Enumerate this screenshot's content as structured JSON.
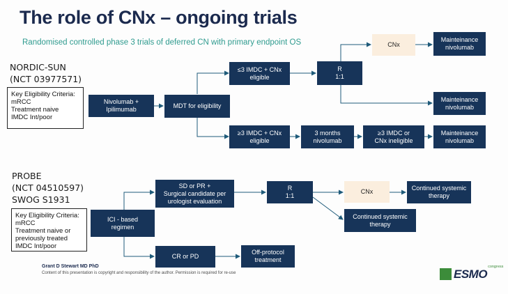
{
  "title": "The role of CNx – ongoing trials",
  "subtitle": "Randomised controlled phase 3 trials of deferred CN with primary endpoint OS",
  "nordic": {
    "name_lines": [
      "NORDIC-SUN",
      "(NCT 03977571)"
    ],
    "criteria_lines": [
      "Key Eligibility Criteria:",
      "mRCC",
      "Treatment naive",
      "IMDC Int/poor"
    ],
    "nodes": {
      "nivo_ipi": [
        "Nivolumab +",
        "Ipilimumab"
      ],
      "mdt": [
        "MDT for eligibility"
      ],
      "imdc_lt3": [
        "≤3 IMDC + CNx",
        "eligible"
      ],
      "rand": [
        "R",
        "1:1"
      ],
      "cnx": [
        "CNx"
      ],
      "maint_top": [
        "Mainteinance",
        "nivolumab"
      ],
      "maint_mid": [
        "Mainteinance",
        "nivolumab"
      ],
      "imdc_gt3": [
        "≥3 IMDC + CNx",
        "eligible"
      ],
      "three_months": [
        "3 months",
        "nivolumab"
      ],
      "imdc_inelig": [
        "≥3 IMDC or",
        "CNx ineligible"
      ],
      "maint_bot": [
        "Mainteinance",
        "nivolumab"
      ]
    }
  },
  "probe": {
    "name_lines": [
      "PROBE",
      "(NCT 04510597)",
      "SWOG S1931"
    ],
    "criteria_lines": [
      "Key Eligibility Criteria:",
      "mRCC",
      "Treatment naive or",
      "previously treated",
      "IMDC Int/poor"
    ],
    "nodes": {
      "ici": [
        "ICI - based",
        "regimen"
      ],
      "sd_pr": [
        "SD or PR +",
        "Surgical candidate per",
        "urologist evaluation"
      ],
      "rand": [
        "R",
        "1:1"
      ],
      "cnx": [
        "CNx"
      ],
      "continued_top": [
        "Continued systemic",
        "therapy"
      ],
      "continued_bot": [
        "Continued systemic",
        "therapy"
      ],
      "cr_pd": [
        "CR or PD"
      ],
      "off_protocol": [
        "Off-protocol",
        "treatment"
      ]
    }
  },
  "footer": {
    "author": "Grant D Stewart MD PhD",
    "note": "Content of this presentation is copyright and responsibility of the author. Permission is required for re-use"
  },
  "logo": {
    "word": "ESMO",
    "sub": "congress",
    "accent_color": "#3c8c3a"
  },
  "colors": {
    "node_fill": "#173459",
    "node_highlight": "#fbeede",
    "title": "#1b2a4e",
    "subtitle": "#2f9b8f",
    "arrow": "#1f5b7a"
  }
}
